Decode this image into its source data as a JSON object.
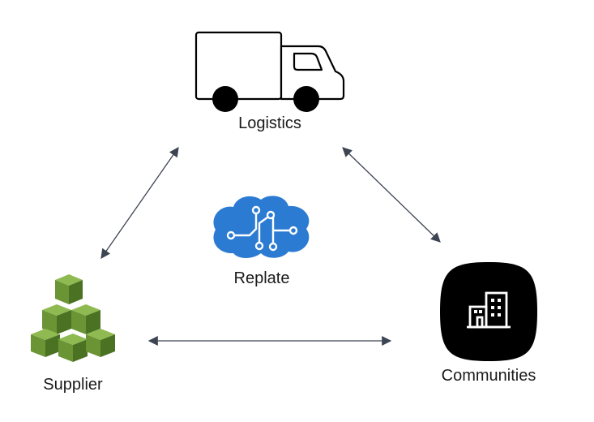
{
  "nodes": {
    "logistics": {
      "label": "Logistics",
      "icon": "truck-icon"
    },
    "replate": {
      "label": "Replate",
      "icon": "brain-circuit-icon"
    },
    "supplier": {
      "label": "Supplier",
      "icon": "stacked-cubes-icon"
    },
    "communities": {
      "label": "Communities",
      "icon": "building-icon"
    }
  },
  "edges": [
    {
      "from": "logistics",
      "to": "supplier",
      "style": "bidirectional-arrow"
    },
    {
      "from": "logistics",
      "to": "communities",
      "style": "bidirectional-arrow"
    },
    {
      "from": "supplier",
      "to": "communities",
      "style": "bidirectional-arrow"
    }
  ],
  "colors": {
    "arrow": "#3d4452",
    "brain": "#2b7bd3",
    "cube_light": "#7aa43f",
    "cube_mid": "#5f8b2e",
    "cube_dark": "#3f6419",
    "communities_bg": "#000000"
  }
}
